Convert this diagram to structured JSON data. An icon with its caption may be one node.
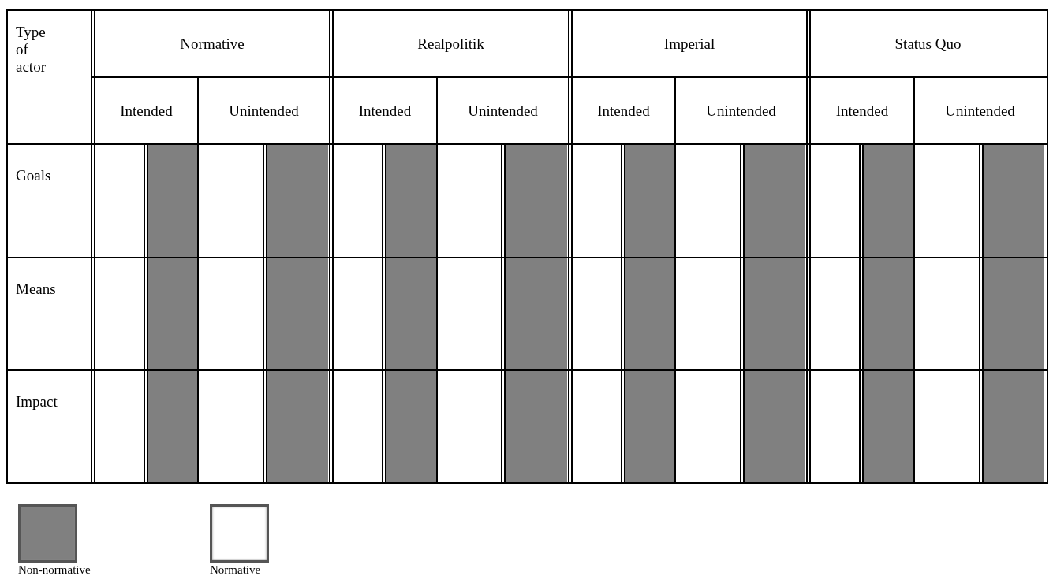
{
  "diagram": {
    "labels": [
      "Type of actor",
      "Normative",
      "Realpolitik",
      "Imperial",
      "Status Quo",
      "Intended",
      "Unintended",
      "Intended",
      "Unintended",
      "Intended",
      "Unintended",
      "Intended",
      "Unintended",
      "Goals",
      "Means",
      "Impact"
    ],
    "legend": [
      {
        "text": "Non-normative",
        "color": "#808080"
      },
      {
        "text": "Normative",
        "color": "#ffffff"
      }
    ]
  }
}
